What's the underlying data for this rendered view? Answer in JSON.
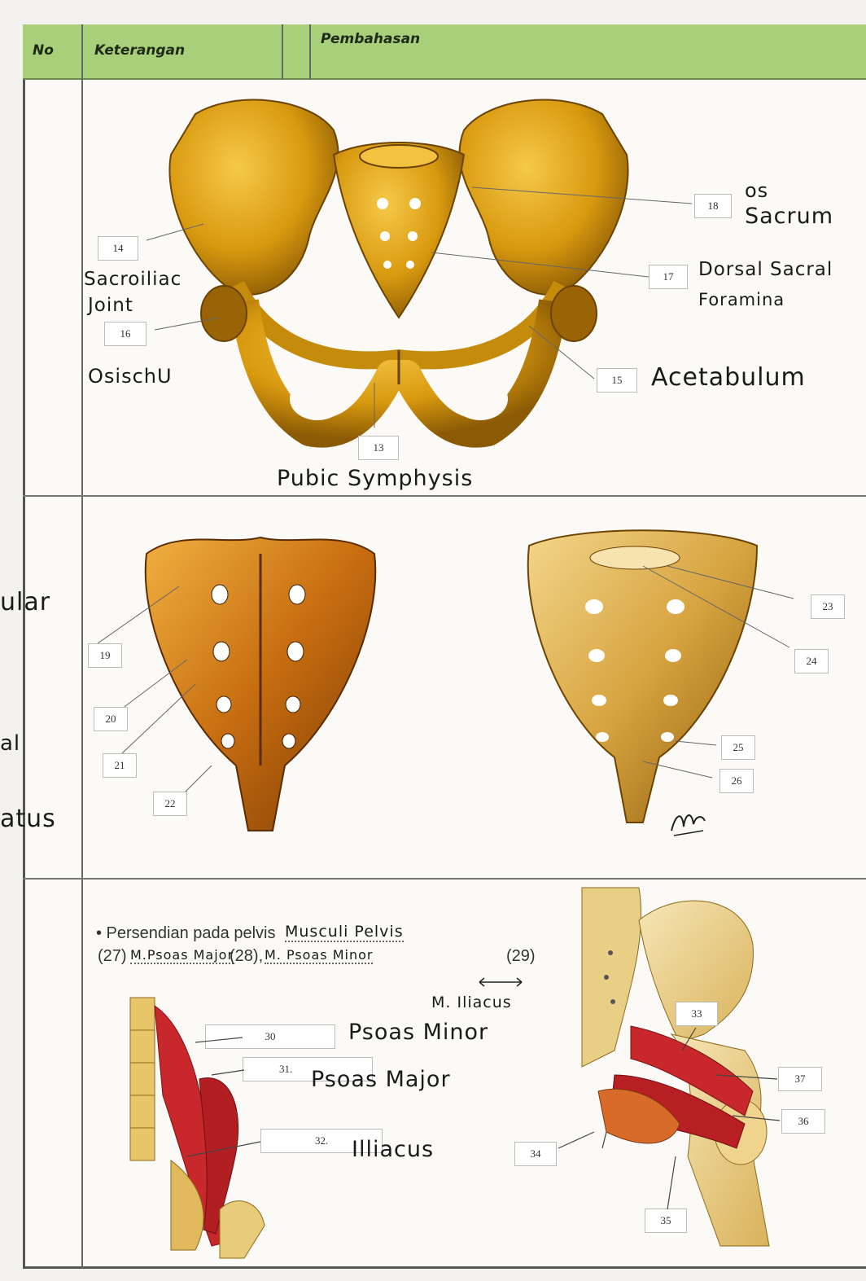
{
  "table": {
    "headers": {
      "no": "No",
      "keterangan": "Keterangan",
      "pembahasan": "Pembahasan"
    }
  },
  "pelvis_section": {
    "labels": [
      {
        "num": "18",
        "text": [
          "os",
          "Sacrum"
        ]
      },
      {
        "num": "14",
        "text": [
          "Sacroiliac",
          "Joint"
        ]
      },
      {
        "num": "17",
        "text": [
          "Dorsal Sacral",
          "Foramina"
        ]
      },
      {
        "num": "16",
        "text": [
          "OsischU"
        ]
      },
      {
        "num": "15",
        "text": [
          "Acetabulum"
        ]
      },
      {
        "num": "13",
        "text": [
          "Pubic Symphysis"
        ]
      }
    ]
  },
  "sacrum_section": {
    "left_margin_fragments": [
      "ular",
      "al",
      "atus"
    ],
    "labels_left": [
      "19",
      "20",
      "21",
      "22"
    ],
    "labels_right": [
      "23",
      "24",
      "25",
      "26"
    ]
  },
  "muscle_section": {
    "bullet_text": "• Persendian pada pelvis",
    "answer_27": "Musculi Pelvis",
    "line2_prefix": "(27)",
    "answer_28": "M.Psoas Major",
    "line2_mid": "(28),",
    "answer_29": "M. Psoas Minor",
    "line2_end": "(29)",
    "answer_iliacus": "M. Iliacus",
    "labels": [
      {
        "num": "30",
        "text": "Psoas Minor"
      },
      {
        "num": "31.",
        "text": "Psoas Major"
      },
      {
        "num": "32.",
        "text": "Illiacus"
      },
      {
        "num": "33",
        "text": ""
      },
      {
        "num": "37",
        "text": ""
      },
      {
        "num": "36",
        "text": ""
      },
      {
        "num": "34",
        "text": ""
      },
      {
        "num": "35",
        "text": ""
      }
    ]
  },
  "colors": {
    "header_green": "#a8cf7a",
    "bone": "#d9a21a",
    "muscle": "#c8272b"
  }
}
